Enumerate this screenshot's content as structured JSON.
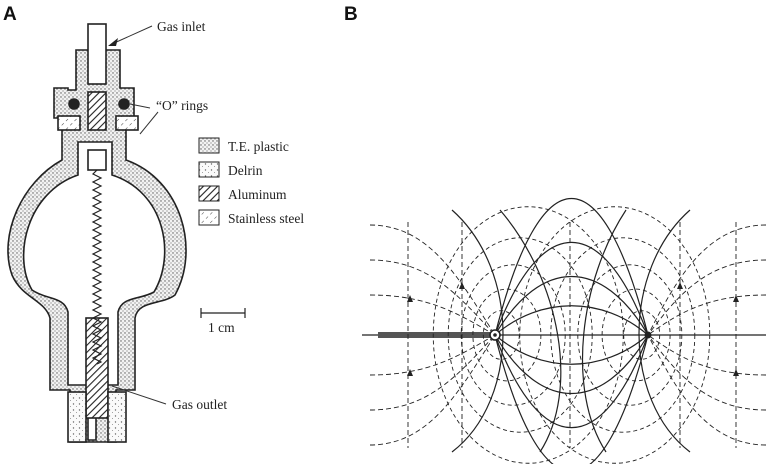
{
  "panels": {
    "a": {
      "letter": "A",
      "labels": {
        "gas_inlet": "Gas inlet",
        "o_rings": "“O” rings",
        "gas_outlet": "Gas outlet",
        "scale": "1 cm"
      },
      "legend": [
        {
          "label": "T.E. plastic",
          "pattern": "dots"
        },
        {
          "label": "Delrin",
          "pattern": "sparse-dots"
        },
        {
          "label": "Aluminum",
          "pattern": "hatch"
        },
        {
          "label": "Stainless steel",
          "pattern": "dash-hatch"
        }
      ]
    },
    "b": {
      "letter": "B"
    }
  },
  "colors": {
    "ink": "#222222",
    "background": "#ffffff"
  }
}
